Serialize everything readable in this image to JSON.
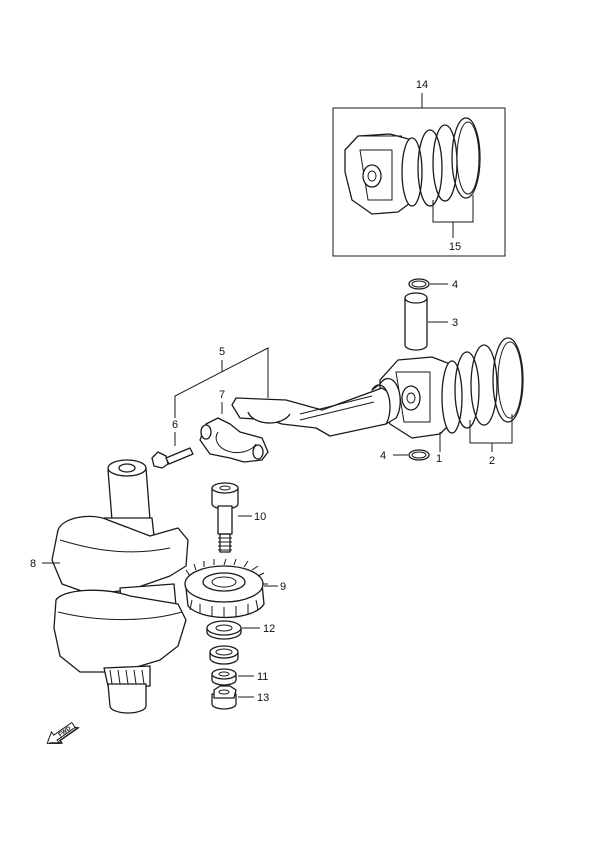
{
  "callouts": {
    "c1": "1",
    "c2": "2",
    "c3": "3",
    "c4a": "4",
    "c4b": "4",
    "c5": "5",
    "c6": "6",
    "c7": "7",
    "c8": "8",
    "c9": "9",
    "c10": "10",
    "c11": "11",
    "c12": "12",
    "c13": "13",
    "c14": "14",
    "c15": "15"
  },
  "forward_marker": {
    "text": "FWD",
    "icon": "forward-arrow-icon"
  },
  "colors": {
    "line": "#1a1a1a",
    "background": "#ffffff"
  }
}
